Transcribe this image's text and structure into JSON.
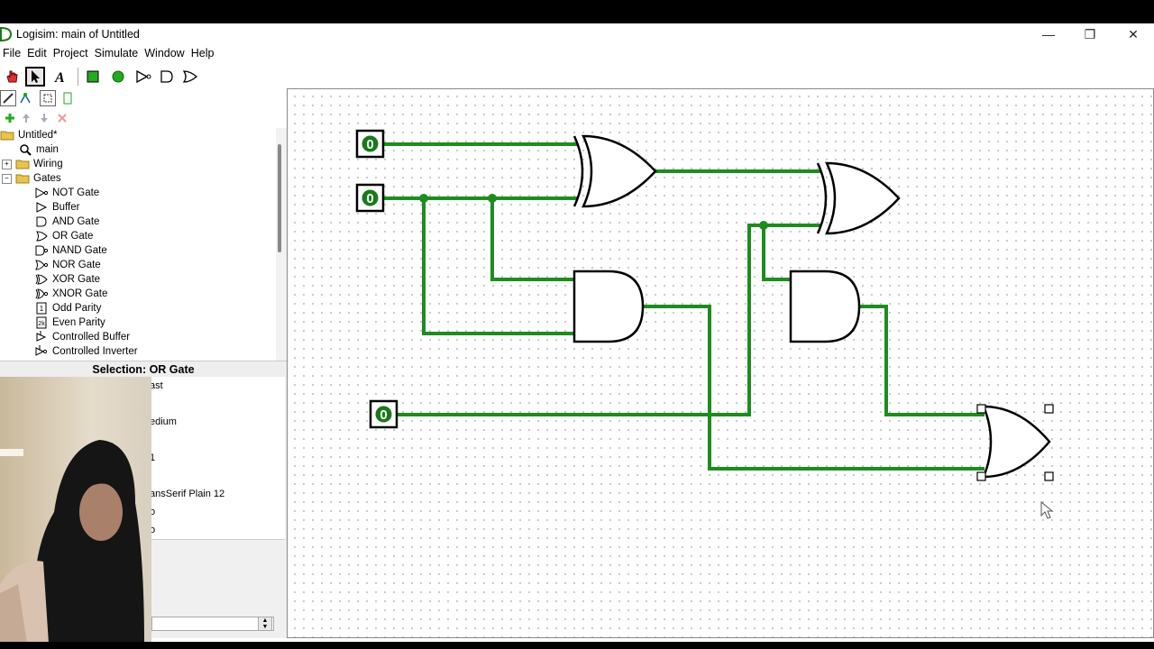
{
  "window": {
    "title": "Logisim: main of Untitled",
    "minimize_glyph": "—",
    "maximize_glyph": "❐",
    "close_glyph": "✕"
  },
  "menu": [
    "File",
    "Edit",
    "Project",
    "Simulate",
    "Window",
    "Help"
  ],
  "tree": {
    "project": "Untitled*",
    "main": "main",
    "wiring": "Wiring",
    "gates": "Gates",
    "gate_items": [
      "NOT Gate",
      "Buffer",
      "AND Gate",
      "OR Gate",
      "NAND Gate",
      "NOR Gate",
      "XOR Gate",
      "XNOR Gate",
      "Odd Parity",
      "Even Parity",
      "Controlled Buffer",
      "Controlled Inverter"
    ],
    "gate_icons": [
      "not-gate-icon",
      "buffer-icon",
      "and-gate-icon",
      "or-gate-icon",
      "nand-gate-icon",
      "nor-gate-icon",
      "xor-gate-icon",
      "xnor-gate-icon",
      "odd-parity-icon",
      "even-parity-icon",
      "controlled-buffer-icon",
      "controlled-inverter-icon"
    ]
  },
  "selection": {
    "header": "Selection: OR Gate",
    "property_values": [
      "ast",
      "",
      "edium",
      "",
      "1",
      "",
      "ansSerif Plain 12",
      "o",
      "o"
    ]
  },
  "canvas": {
    "inputs": [
      {
        "label": "0"
      },
      {
        "label": "0"
      },
      {
        "label": "0"
      }
    ],
    "wire_color": "#1e8c1e",
    "pin_color": "#1a7a1a"
  }
}
